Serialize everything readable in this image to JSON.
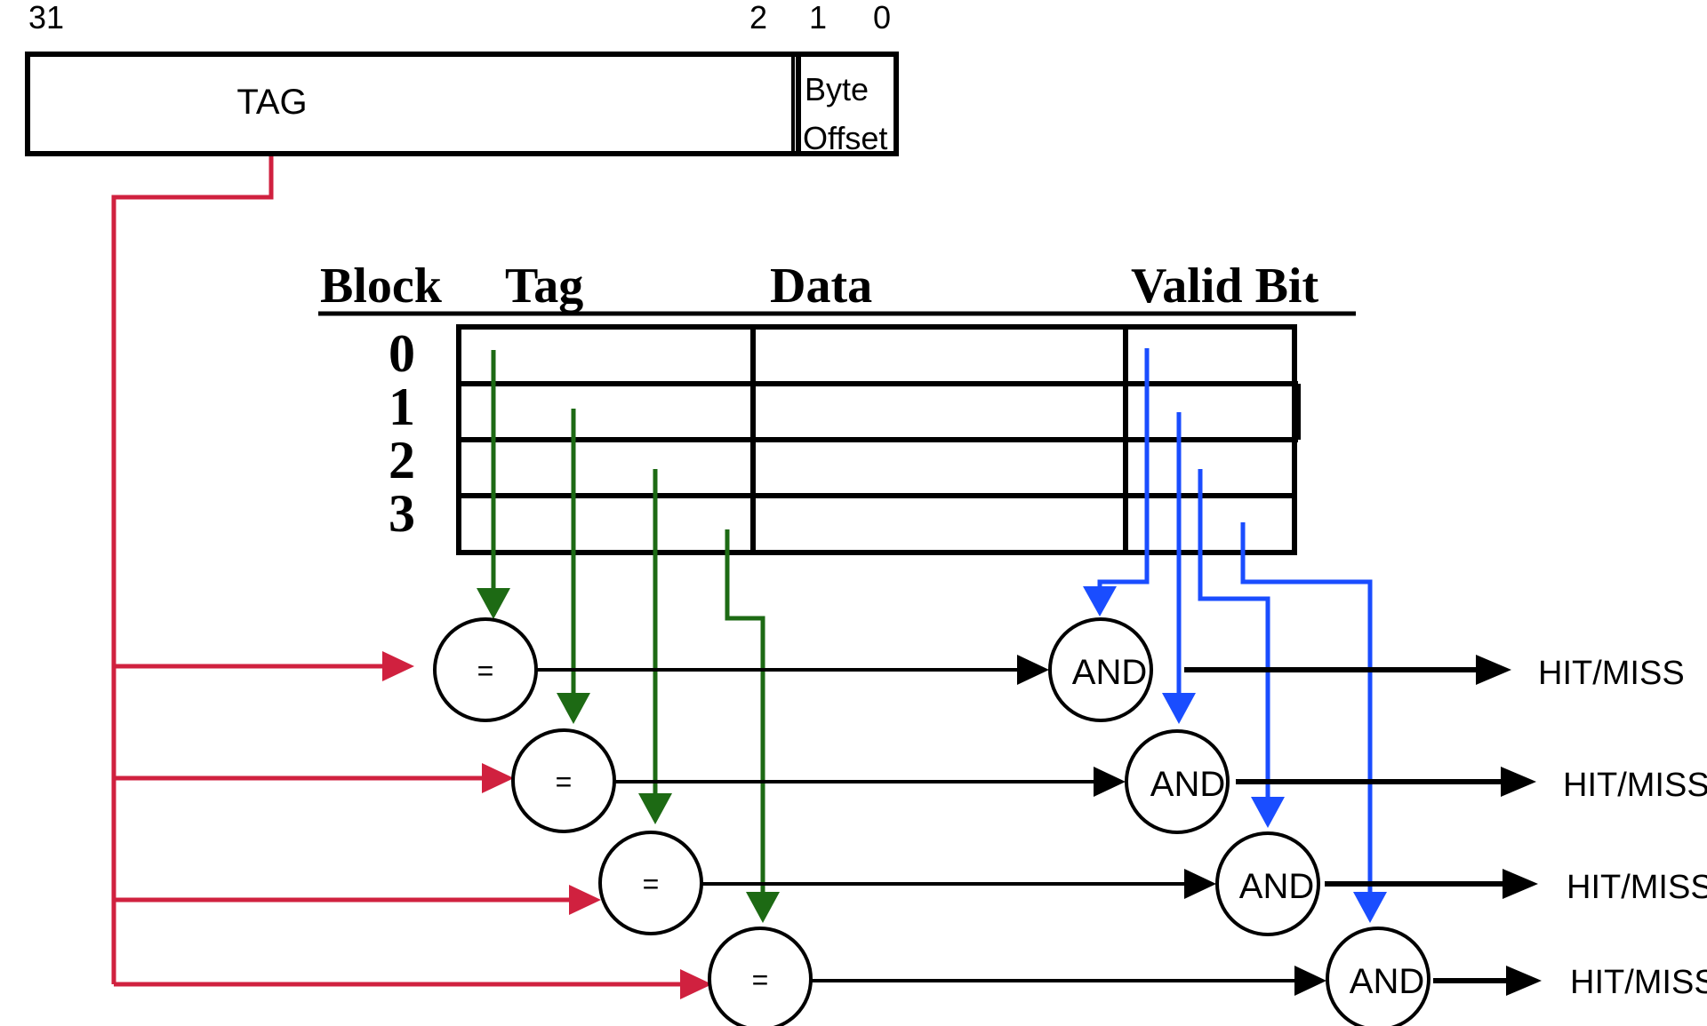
{
  "address": {
    "bit_labels": [
      "31",
      "2",
      "1",
      "0"
    ],
    "tag_label": "TAG",
    "offset_label_line1": "Byte",
    "offset_label_line2": "Offset"
  },
  "cache_table": {
    "headers": [
      "Block",
      "Tag",
      "Data",
      "Valid Bit"
    ],
    "block_numbers": [
      "0",
      "1",
      "2",
      "3"
    ]
  },
  "comparators": [
    {
      "eq_label": "=",
      "and_label": "AND",
      "output_label": "HIT/MISS"
    },
    {
      "eq_label": "=",
      "and_label": "AND",
      "output_label": "HIT/MISS"
    },
    {
      "eq_label": "=",
      "and_label": "AND",
      "output_label": "HIT/MISS"
    },
    {
      "eq_label": "=",
      "and_label": "AND",
      "output_label": "HIT/MISS"
    }
  ],
  "colors": {
    "tag_wire": "#d0213f",
    "tag_compare_wire": "#1d6a14",
    "valid_wire": "#1a4dff",
    "line": "#000000"
  }
}
